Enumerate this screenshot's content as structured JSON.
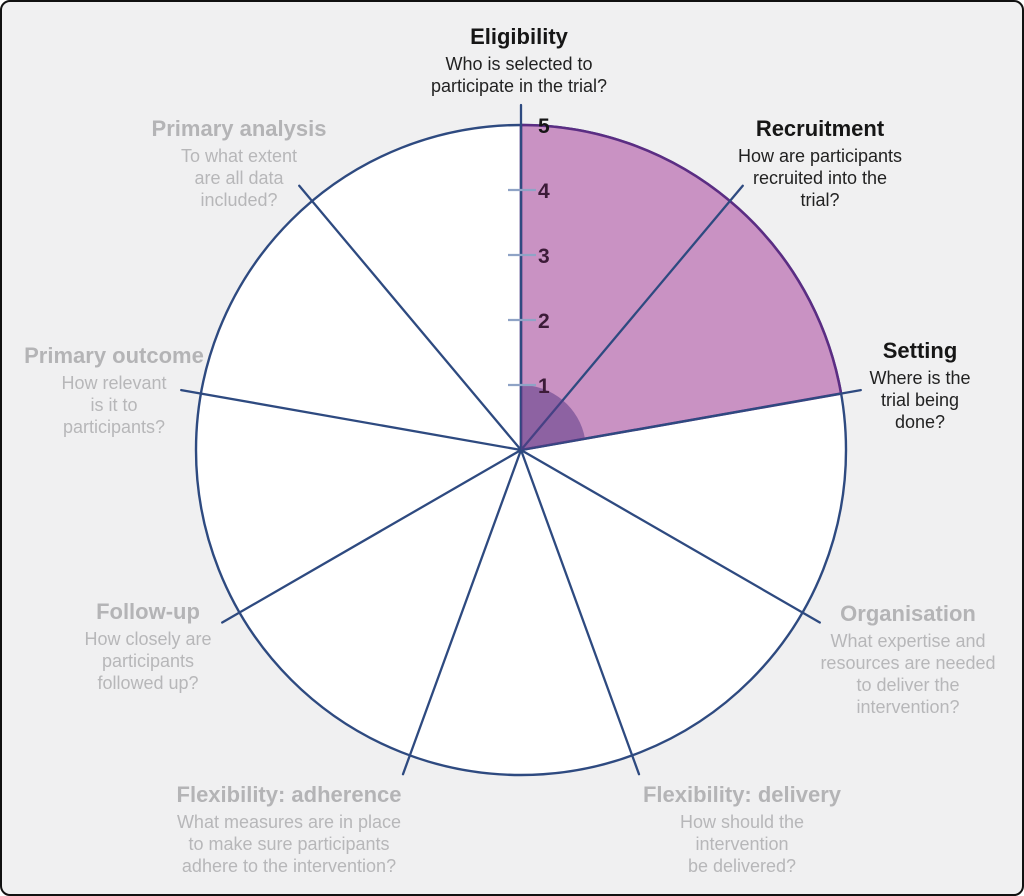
{
  "figure": {
    "background": "#f0f0f1",
    "border_color": "#111111"
  },
  "chart_data": {
    "type": "radar",
    "variant": "precis2-wheel",
    "title": "",
    "scale": {
      "min": 0,
      "max": 5,
      "ticks": [
        1,
        2,
        3,
        4,
        5
      ]
    },
    "domains": [
      {
        "label": "Eligibility",
        "question": "Who is selected to\nparticipate in the trial?",
        "emphasis": "active"
      },
      {
        "label": "Recruitment",
        "question": "How are participants\nrecruited into the\ntrial?",
        "emphasis": "active"
      },
      {
        "label": "Setting",
        "question": "Where is the\ntrial being\ndone?",
        "emphasis": "active"
      },
      {
        "label": "Organisation",
        "question": "What expertise and\nresources are needed\nto deliver the\nintervention?",
        "emphasis": "inactive"
      },
      {
        "label": "Flexibility: delivery",
        "question": "How should the\nintervention\nbe delivered?",
        "emphasis": "inactive"
      },
      {
        "label": "Flexibility: adherence",
        "question": "What measures are in place\nto make sure participants\nadhere to the intervention?",
        "emphasis": "inactive"
      },
      {
        "label": "Follow-up",
        "question": "How closely are\nparticipants\nfollowed up?",
        "emphasis": "inactive"
      },
      {
        "label": "Primary outcome",
        "question": "How relevant\nis it to\nparticipants?",
        "emphasis": "inactive"
      },
      {
        "label": "Primary analysis",
        "question": "To what extent\nare all data\nincluded?",
        "emphasis": "inactive"
      }
    ],
    "highlight": {
      "start_domain": "Eligibility",
      "end_domain": "Setting",
      "start_index": 0,
      "end_index": 2,
      "outer_value": 5,
      "inner_value": 1
    },
    "colors": {
      "wheel_line": "#2e4a80",
      "wheel_fill": "#ffffff",
      "sector_fill": "#c992c3",
      "sector_stroke": "#5b2d83",
      "inner_fill": "#5b3a86",
      "tick_line": "#8fa3c6",
      "tick_label": "#3c1b38",
      "tick_label_max": "#161616",
      "active_label": "#161616",
      "active_question": "#222222",
      "inactive_label": "#b4b4b6",
      "inactive_question": "#b7b7b9"
    }
  }
}
